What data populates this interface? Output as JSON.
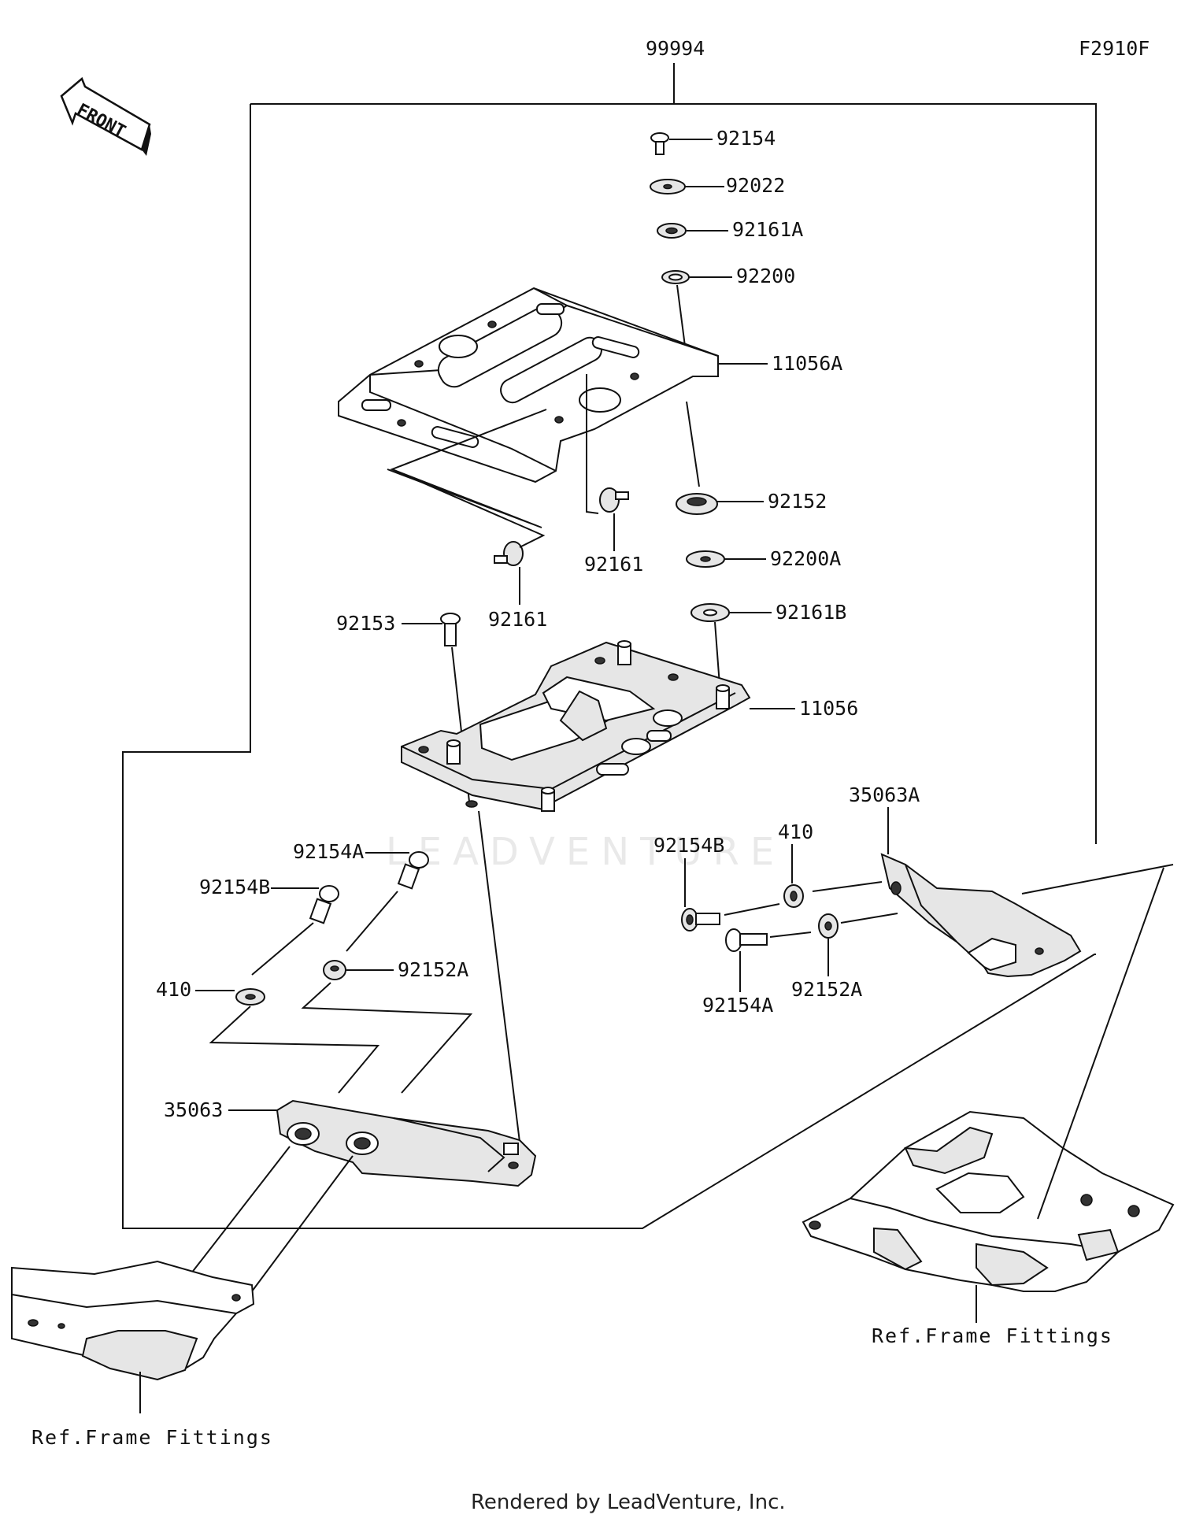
{
  "diagram": {
    "figure_code": "F2910F",
    "assembly_number": "99994",
    "front_label": "FRONT",
    "watermark": "LEADVENTURE",
    "footer": "Rendered by LeadVenture, Inc.",
    "ref_left": "Ref.Frame Fittings",
    "ref_right": "Ref.Frame Fittings",
    "callouts": {
      "p92154": "92154",
      "p92022": "92022",
      "p92161A": "92161A",
      "p92200": "92200",
      "p11056A": "11056A",
      "p92152": "92152",
      "p92161_a": "92161",
      "p92161_b": "92161",
      "p92200A": "92200A",
      "p92161B": "92161B",
      "p92153": "92153",
      "p11056": "11056",
      "p35063A": "35063A",
      "p410_right": "410",
      "p92154B_right": "92154B",
      "p92154A_left": "92154A",
      "p92154B_left": "92154B",
      "p410_left": "410",
      "p92152A_left": "92152A",
      "p92154A_right": "92154A",
      "p92152A_right": "92152A",
      "p35063": "35063"
    }
  }
}
